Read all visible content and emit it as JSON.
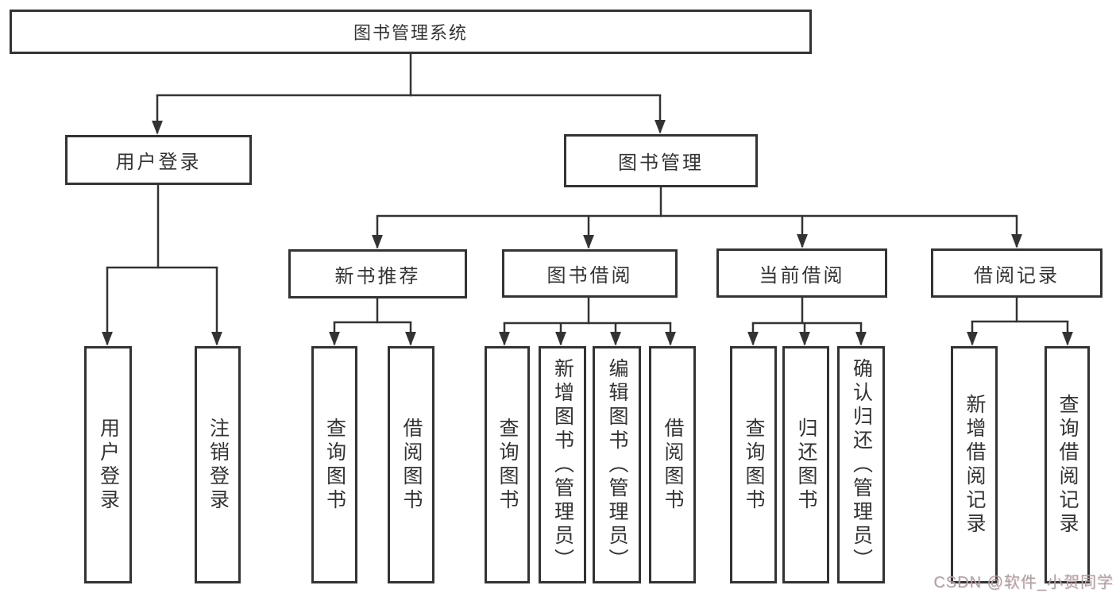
{
  "tree": {
    "label": "图书管理系统",
    "children": [
      {
        "label": "用户登录",
        "children": [
          {
            "label": "用户登录"
          },
          {
            "label": "注销登录"
          }
        ]
      },
      {
        "label": "图书管理",
        "children": [
          {
            "label": "新书推荐",
            "children": [
              {
                "label": "查询图书"
              },
              {
                "label": "借阅图书"
              }
            ]
          },
          {
            "label": "图书借阅",
            "children": [
              {
                "label": "查询图书"
              },
              {
                "label": "新增图书（管理员）"
              },
              {
                "label": "编辑图书（管理员）"
              },
              {
                "label": "借阅图书"
              }
            ]
          },
          {
            "label": "当前借阅",
            "children": [
              {
                "label": "查询图书"
              },
              {
                "label": "归还图书"
              },
              {
                "label": "确认归还（管理员）"
              }
            ]
          },
          {
            "label": "借阅记录",
            "children": [
              {
                "label": "新增借阅记录"
              },
              {
                "label": "查询借阅记录"
              }
            ]
          }
        ]
      }
    ]
  },
  "watermark": "CSDN @软件_小贺同学",
  "colors": {
    "line": "#333333",
    "text": "#333333",
    "box_background": "#ffffff",
    "page_background": "#ffffff",
    "watermark": "#a8a4a4"
  }
}
